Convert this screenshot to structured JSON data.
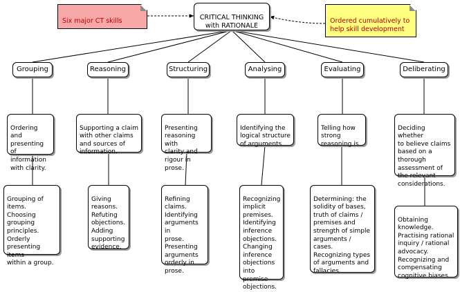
{
  "root": {
    "label": "CRITICAL THINKING\nwith RATIONALE"
  },
  "notes": {
    "left": "Six major CT skills",
    "right": "Ordered cumulatively to\nhelp skill development",
    "left_color": "#f6a7a7",
    "right_color": "#ffff80"
  },
  "skills": [
    {
      "name": "Grouping",
      "description": "Ordering and\npresenting of\ninformation\nwith clarity.",
      "subskills": "Grouping of\nitems.\nChoosing\ngrouping\nprinciples.\nOrderly\npresenting items\nwithin a group."
    },
    {
      "name": "Reasoning",
      "description": "Supporting a claim\nwith other claims\nand sources of\ninformation.",
      "subskills": "Giving\nreasons.\nRefuting\nobjections.\nAdding\nsupporting\nevidence."
    },
    {
      "name": "Structuring",
      "description": "Presenting\nreasoning with\nclarity and\nrigour in prose.",
      "subskills": "Refining\nclaims.\nIdentifying\narguments in\nprose.\nPresenting\narguments\norderly in\nprose."
    },
    {
      "name": "Analysing",
      "description": "Identifying the\nlogical structure\nof arguments.",
      "subskills": "Recognizing\nimplicit\npremises.\nIdentifying\ninference\nobjections.\nChanging\ninference\nobjections\ninto premise\nobjections."
    },
    {
      "name": "Evaluating",
      "description": "Telling how\nstrong\nreasoning is.",
      "subskills": "Determining: the\nsolidity of bases,\ntruth of claims /\npremises and\nstrength of simple\narguments /\ncases.\nRecognizing types\nof arguments and\nfallacies."
    },
    {
      "name": "Deliberating",
      "description": "Deciding whether\nto believe claims\nbased on a\nthorough\nassessment of\nthe relevant\nconsiderations.",
      "subskills": "Obtaining\nknowledge.\nPractising rational\ninquiry / rational\nadvocacy.\nRecognizing and\ncompensating\ncognitive biases."
    }
  ]
}
